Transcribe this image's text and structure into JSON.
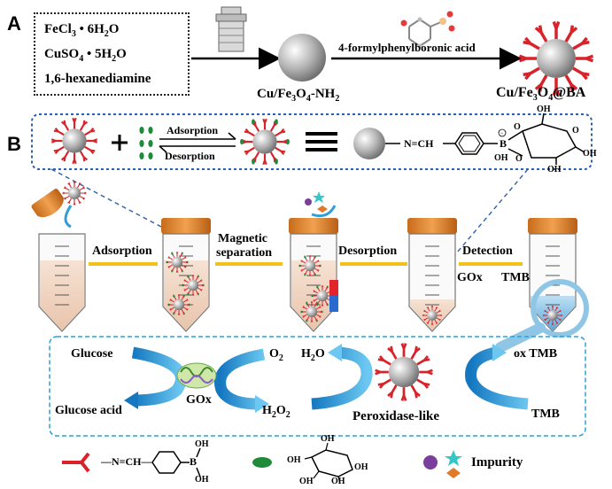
{
  "panels": {
    "a": "A",
    "b": "B"
  },
  "synthesis": {
    "reagents": [
      "FeCl3 • 6H2O",
      "CuSO4 • 5H2O",
      "1,6-hexanediamine"
    ],
    "reagent_parts": [
      {
        "pre": "FeCl",
        "sub": "3",
        "post": " • 6H",
        "sub2": "2",
        "tail": "O"
      },
      {
        "pre": "CuSO",
        "sub": "4",
        "post": " • 5H",
        "sub2": "2",
        "tail": "O"
      },
      {
        "pre": "1,6-hexanediamine",
        "sub": "",
        "post": "",
        "sub2": "",
        "tail": ""
      }
    ],
    "step_reagent": "4-formylphenylboronic acid",
    "product1": "Cu/Fe3O4-NH2",
    "product2": "Cu/Fe3O4@BA"
  },
  "equilibrium": {
    "forward": "Adsorption",
    "reverse": "Desorption",
    "linkage_imine": "N=CH",
    "boron": "B",
    "oh": "OH",
    "o": "O"
  },
  "workflow": {
    "steps": [
      "Adsorption",
      "Magnetic",
      "separation",
      "Desorption",
      "Detection"
    ],
    "gox": "GOx",
    "tmb": "TMB"
  },
  "cascade": {
    "glucose": "Glucose",
    "glucose_acid": "Glucose acid",
    "gox": "GOx",
    "o2": "O2",
    "h2o2": "H2O2",
    "h2o": "H2O",
    "peroxidase": "Peroxidase-like",
    "ox_tmb": "ox TMB",
    "tmb": "TMB"
  },
  "legend": {
    "boronic": "—N=CH—",
    "impurity": "Impurity"
  },
  "colors": {
    "nanoparticle": "#9a9a9a",
    "ligand": "#d8232a",
    "glucose_mol": "#1e8a3a",
    "cap": "#e08a2c",
    "arrow_blue": "#2f9fd6",
    "dash_blue": "#2e5fa8",
    "detect_blue": "#8fc6e6",
    "separator": "#f2c21a",
    "tube_fill": "#f4d9c6",
    "impurity_purple": "#7a3f9c",
    "impurity_cyan": "#33c7c8",
    "impurity_orange": "#e07a2a"
  }
}
